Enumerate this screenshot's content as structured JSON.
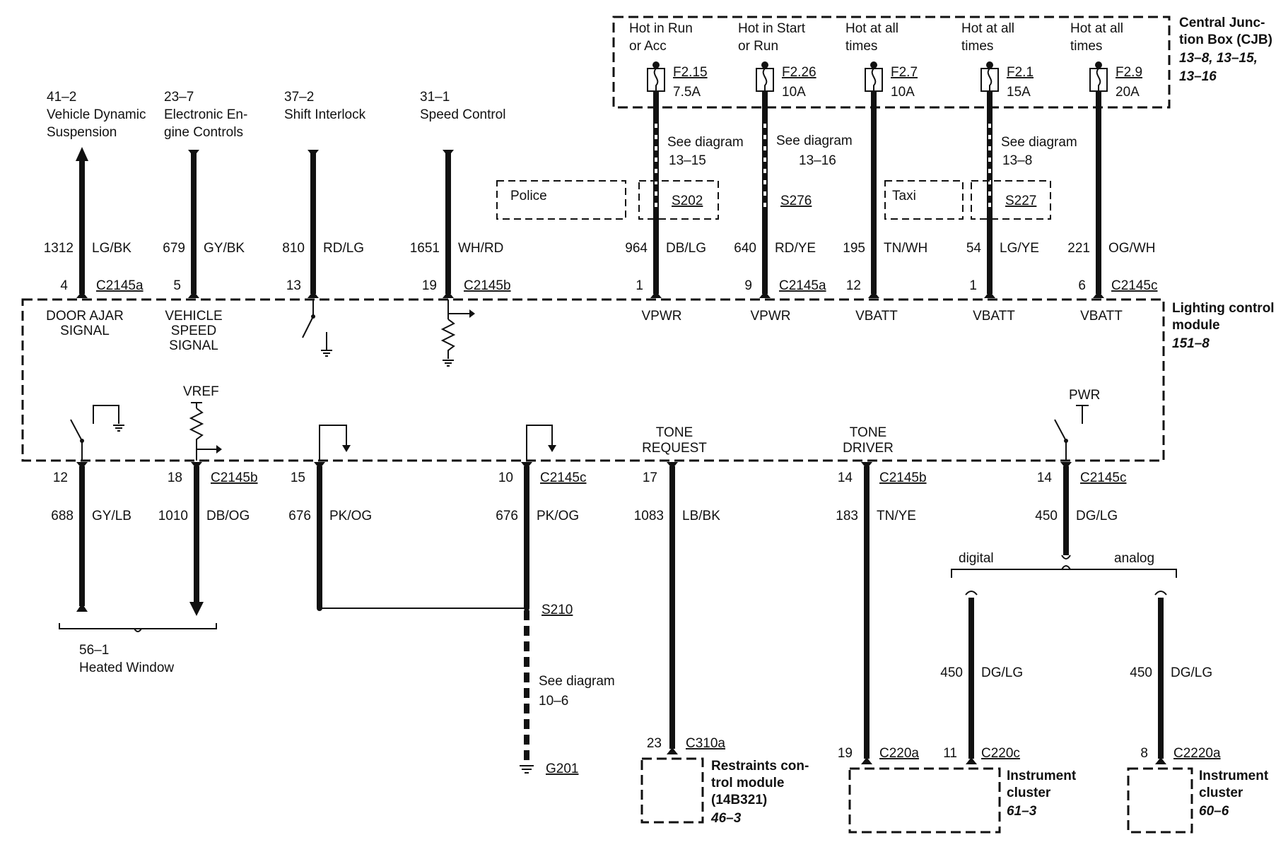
{
  "cjb": {
    "title": [
      "Central Junc-",
      "tion Box (CJB)"
    ],
    "refs": [
      "13–8, 13–15,",
      "13–16"
    ],
    "fuses": [
      {
        "hot": [
          "Hot in Run",
          "or Acc"
        ],
        "fuse": "F2.15",
        "amp": "7.5A"
      },
      {
        "hot": [
          "Hot in Start",
          "or Run"
        ],
        "fuse": "F2.26",
        "amp": "10A"
      },
      {
        "hot": [
          "Hot at all",
          "times"
        ],
        "fuse": "F2.7",
        "amp": "10A"
      },
      {
        "hot": [
          "Hot at all",
          "times"
        ],
        "fuse": "F2.1",
        "amp": "15A"
      },
      {
        "hot": [
          "Hot at all",
          "times"
        ],
        "fuse": "F2.9",
        "amp": "20A"
      }
    ]
  },
  "see_diagrams": [
    {
      "label": "See diagram",
      "ref": "13–15"
    },
    {
      "label": "See diagram",
      "ref": "13–16"
    },
    {
      "label": "See diagram",
      "ref": "13–8"
    },
    {
      "label": "See diagram",
      "ref": "10–6"
    }
  ],
  "options": {
    "police": "Police",
    "taxi": "Taxi"
  },
  "splices": [
    "S202",
    "S276",
    "S227",
    "S210"
  ],
  "top_destinations": [
    {
      "ref": "41–2",
      "name": [
        "Vehicle Dynamic",
        "Suspension"
      ]
    },
    {
      "ref": "23–7",
      "name": [
        "Electronic En-",
        "gine Controls"
      ]
    },
    {
      "ref": "37–2",
      "name": [
        "Shift Interlock"
      ]
    },
    {
      "ref": "31–1",
      "name": [
        "Speed Control"
      ]
    }
  ],
  "top_wires": [
    {
      "circuit": "1312",
      "color": "LG/BK",
      "pin": "4",
      "connector": "C2145a"
    },
    {
      "circuit": "679",
      "color": "GY/BK",
      "pin": "5",
      "connector": ""
    },
    {
      "circuit": "810",
      "color": "RD/LG",
      "pin": "13",
      "connector": ""
    },
    {
      "circuit": "1651",
      "color": "WH/RD",
      "pin": "19",
      "connector": "C2145b"
    },
    {
      "circuit": "964",
      "color": "DB/LG",
      "pin": "1",
      "connector": ""
    },
    {
      "circuit": "640",
      "color": "RD/YE",
      "pin": "9",
      "connector": "C2145a"
    },
    {
      "circuit": "195",
      "color": "TN/WH",
      "pin": "12",
      "connector": ""
    },
    {
      "circuit": "54",
      "color": "LG/YE",
      "pin": "1",
      "connector": ""
    },
    {
      "circuit": "221",
      "color": "OG/WH",
      "pin": "6",
      "connector": "C2145c"
    }
  ],
  "module": {
    "title": [
      "Lighting control",
      "module"
    ],
    "ref": "151–8",
    "signals_top": [
      [
        "DOOR AJAR",
        "SIGNAL"
      ],
      [
        "VEHICLE",
        "SPEED",
        "SIGNAL"
      ],
      [
        "VPWR"
      ],
      [
        "VPWR"
      ],
      [
        "VBATT"
      ],
      [
        "VBATT"
      ],
      [
        "VBATT"
      ]
    ],
    "vref": "VREF",
    "pwr": "PWR",
    "tone_request": [
      "TONE",
      "REQUEST"
    ],
    "tone_driver": [
      "TONE",
      "DRIVER"
    ]
  },
  "bottom_wires": [
    {
      "pin": "12",
      "connector": "",
      "circuit": "688",
      "color": "GY/LB"
    },
    {
      "pin": "18",
      "connector": "C2145b",
      "circuit": "1010",
      "color": "DB/OG"
    },
    {
      "pin": "15",
      "connector": "",
      "circuit": "676",
      "color": "PK/OG"
    },
    {
      "pin": "10",
      "connector": "C2145c",
      "circuit": "676",
      "color": "PK/OG"
    },
    {
      "pin": "17",
      "connector": "",
      "circuit": "1083",
      "color": "LB/BK"
    },
    {
      "pin": "14",
      "connector": "C2145b",
      "circuit": "183",
      "color": "TN/YE"
    },
    {
      "pin": "14",
      "connector": "C2145c",
      "circuit": "450",
      "color": "DG/LG"
    }
  ],
  "heated_window": {
    "ref": "56–1",
    "name": "Heated Window"
  },
  "ground": "G201",
  "cluster_branch": {
    "digital": "digital",
    "analog": "analog"
  },
  "cluster_wires": [
    {
      "circuit": "450",
      "color": "DG/LG"
    },
    {
      "circuit": "450",
      "color": "DG/LG"
    }
  ],
  "bottom_components": [
    {
      "pin": "23",
      "connector": "C310a",
      "name": [
        "Restraints con-",
        "trol module",
        "(14B321)"
      ],
      "ref": "46–3"
    },
    {
      "pin": "19",
      "connector": "C220a",
      "pin2": "11",
      "connector2": "C220c",
      "name": [
        "Instrument",
        "cluster"
      ],
      "ref": "61–3"
    },
    {
      "pin": "8",
      "connector": "C2220a",
      "name": [
        "Instrument",
        "cluster"
      ],
      "ref": "60–6"
    }
  ]
}
